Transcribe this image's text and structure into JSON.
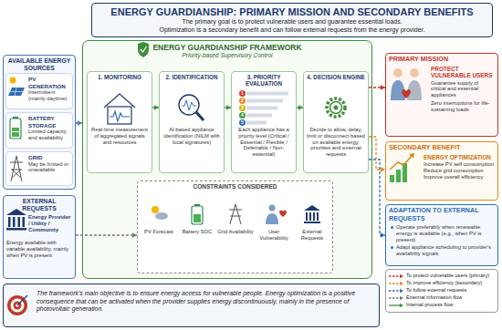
{
  "diagram": {
    "title": "ENERGY GUARDIANSHIP: PRIMARY MISSION AND SECONDARY BENEFITS",
    "nodes": [
      {
        "text": [
          "The primary goal is to protect vulnerable users and guarantee essential loads.",
          "Optimization is a secondary benefit and can follow external requests from the energy provider."
        ]
      },
      {
        "text": [
          "AVAILABLE ENERGY SOURCES"
        ]
      },
      {
        "text": [
          "PV GENERATION",
          "Intermittent (mainly daytime)"
        ],
        "in": 1
      },
      {
        "text": [
          "BATTERY STORAGE",
          "Limited capacity and availability"
        ],
        "in": 1
      },
      {
        "text": [
          "GRID",
          "May be limited or unavailable"
        ],
        "in": 1
      },
      {
        "text": [
          "EXTERNAL REQUESTS",
          "Energy Provider / Utility / Community",
          "Energy available with variable availability, mainly when PV is present"
        ]
      },
      {
        "text": [
          "ENERGY GUARDIANSHIP FRAMEWORK",
          "Priority-based Supervisory Control"
        ]
      },
      {
        "text": [
          "1. MONITORING",
          "Real-time measurement of aggregated signals and resources"
        ],
        "in": 6
      },
      {
        "text": [
          "2. IDENTIFICATION",
          "AI-based appliance identification (NILM with local signatures)"
        ],
        "in": 6
      },
      {
        "text": [
          "3. PRIORITY EVALUATION",
          "Each appliance has a priority level (Critical / Essential / Flexible / Deferrable / Non-essential)"
        ],
        "in": 6
      },
      {
        "text": [
          "4. DECISION ENGINE",
          "Decide to allow, delay, limit or disconnect based on available energy, priorities and external requests"
        ],
        "in": 6
      },
      {
        "text": [
          "CONSTRAINTS CONSIDERED"
        ],
        "in": 6
      },
      {
        "text": [
          "PRIMARY MISSION",
          "PROTECT VULNERABLE USERS",
          "Guarantee supply of critical and essential appliances",
          "Zero interruptions for life-sustaining loads"
        ]
      },
      {
        "text": [
          "SECONDARY BENEFIT",
          "ENERGY OPTIMIZATION",
          "Increase PV self-consumption",
          "Reduce grid consumption",
          "Improve overall efficiency"
        ]
      },
      {
        "text": [
          "ADAPTATION TO EXTERNAL REQUESTS",
          "Operate preferably when renewable energy is available (e.g., when PV is present)",
          "Adapt appliance scheduling to provider's availability signals"
        ]
      },
      {
        "text": [
          "The framework's main objective is to ensure energy access for vulnerable people. Energy optimization is a positive consequence that can be activated when the provider supplies energy discontinuously, mainly in the presence of photovoltaic generation."
        ]
      }
    ],
    "edges": [
      {
        "from": 1,
        "to": 6,
        "arrow": "to"
      },
      {
        "from": 5,
        "to": 11,
        "arrow": "to"
      },
      {
        "from": 7,
        "to": 8,
        "arrow": "to"
      },
      {
        "from": 8,
        "to": 9,
        "arrow": "to"
      },
      {
        "from": 9,
        "to": 10,
        "arrow": "to"
      },
      {
        "from": 10,
        "to": 12,
        "arrow": "to"
      },
      {
        "from": 10,
        "to": 13,
        "arrow": "to"
      },
      {
        "from": 10,
        "to": 14,
        "arrow": "to"
      }
    ],
    "labels": [
      "1",
      "2",
      "3",
      "4",
      "5",
      "PV Forecast",
      "Battery SOC",
      "Grid Availability",
      "User Vulnerability",
      "External Requests"
    ],
    "legend": [
      {
        "text": "To protect vulnerable users (primary)"
      },
      {
        "text": "To improve efficiency (secondary)"
      },
      {
        "text": "To follow external requests"
      },
      {
        "text": "External information flow"
      },
      {
        "text": "Internal process flow"
      }
    ]
  }
}
